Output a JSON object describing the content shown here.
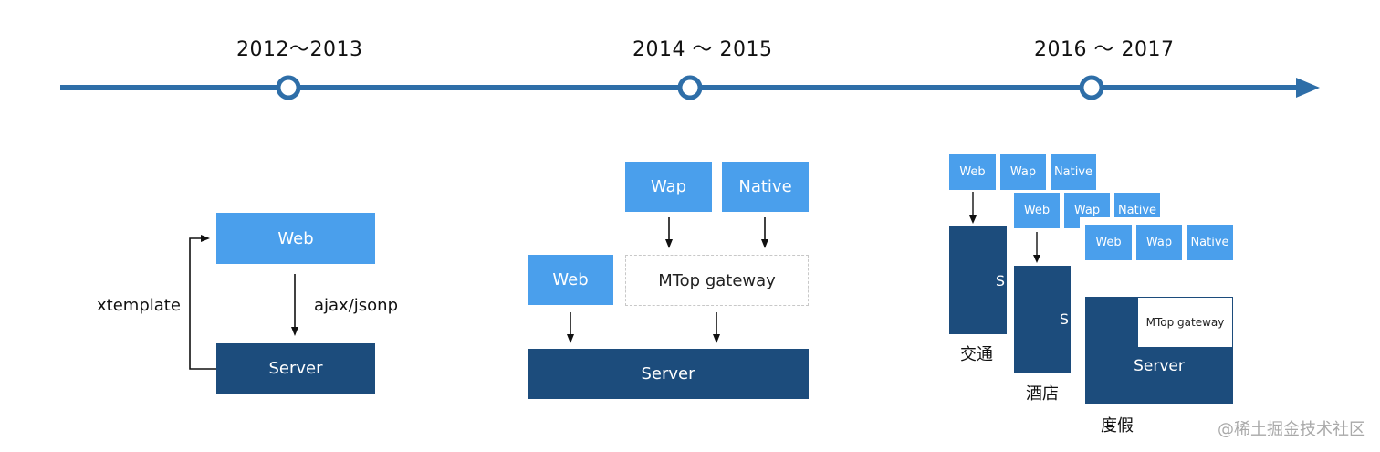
{
  "timeline": {
    "eras": [
      {
        "label": "2012～2013"
      },
      {
        "label": "2014 ～ 2015"
      },
      {
        "label": "2016 ～ 2017"
      }
    ],
    "color": "#2e6ea8"
  },
  "era1": {
    "web": "Web",
    "server": "Server",
    "loop_label": "xtemplate",
    "arrow_label": "ajax/jsonp"
  },
  "era2": {
    "wap": "Wap",
    "native": "Native",
    "web": "Web",
    "gateway": "MTop gateway",
    "server": "Server"
  },
  "era3": {
    "stack1": {
      "web": "Web",
      "wap": "Wap",
      "native": "Native",
      "server_partial": "S",
      "caption": "交通"
    },
    "stack2": {
      "web": "Web",
      "wap": "Wap",
      "native": "Native",
      "server_partial": "S",
      "caption": "酒店"
    },
    "stack3": {
      "web": "Web",
      "wap": "Wap",
      "native": "Native",
      "gateway": "MTop gateway",
      "server": "Server",
      "caption": "度假"
    }
  },
  "colors": {
    "light_blue": "#4a9fec",
    "dark_blue": "#1c4c7c"
  },
  "watermark": "@稀土掘金技术社区"
}
